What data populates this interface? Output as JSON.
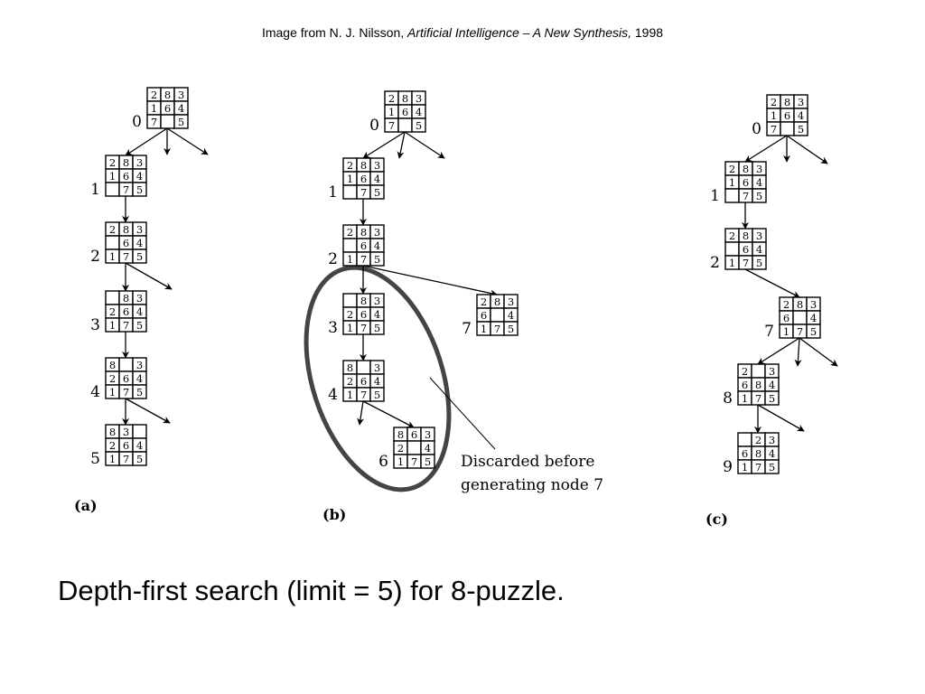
{
  "credit": {
    "prefix": "Image from N. J. Nilsson, ",
    "book": "Artificial Intelligence – A New Synthesis,",
    "year": " 1998"
  },
  "caption": "Depth-first search (limit = 5) for 8-puzzle.",
  "panels": [
    {
      "label": "(a)",
      "nodes": [
        {
          "id": "0",
          "tiles": [
            [
              "2",
              "8",
              "3"
            ],
            [
              "1",
              "6",
              "4"
            ],
            [
              "7",
              "",
              "5"
            ]
          ]
        },
        {
          "id": "1",
          "tiles": [
            [
              "2",
              "8",
              "3"
            ],
            [
              "1",
              "6",
              "4"
            ],
            [
              "",
              "7",
              "5"
            ]
          ]
        },
        {
          "id": "2",
          "tiles": [
            [
              "2",
              "8",
              "3"
            ],
            [
              "",
              "6",
              "4"
            ],
            [
              "1",
              "7",
              "5"
            ]
          ]
        },
        {
          "id": "3",
          "tiles": [
            [
              "",
              "8",
              "3"
            ],
            [
              "2",
              "6",
              "4"
            ],
            [
              "1",
              "7",
              "5"
            ]
          ]
        },
        {
          "id": "4",
          "tiles": [
            [
              "8",
              "",
              "3"
            ],
            [
              "2",
              "6",
              "4"
            ],
            [
              "1",
              "7",
              "5"
            ]
          ]
        },
        {
          "id": "5",
          "tiles": [
            [
              "8",
              "3",
              ""
            ],
            [
              "2",
              "6",
              "4"
            ],
            [
              "1",
              "7",
              "5"
            ]
          ]
        }
      ]
    },
    {
      "label": "(b)",
      "nodes": [
        {
          "id": "0",
          "tiles": [
            [
              "2",
              "8",
              "3"
            ],
            [
              "1",
              "6",
              "4"
            ],
            [
              "7",
              "",
              "5"
            ]
          ]
        },
        {
          "id": "1",
          "tiles": [
            [
              "2",
              "8",
              "3"
            ],
            [
              "1",
              "6",
              "4"
            ],
            [
              "",
              "7",
              "5"
            ]
          ]
        },
        {
          "id": "2",
          "tiles": [
            [
              "2",
              "8",
              "3"
            ],
            [
              "",
              "6",
              "4"
            ],
            [
              "1",
              "7",
              "5"
            ]
          ]
        },
        {
          "id": "3",
          "tiles": [
            [
              "",
              "8",
              "3"
            ],
            [
              "2",
              "6",
              "4"
            ],
            [
              "1",
              "7",
              "5"
            ]
          ]
        },
        {
          "id": "4",
          "tiles": [
            [
              "8",
              "",
              "3"
            ],
            [
              "2",
              "6",
              "4"
            ],
            [
              "1",
              "7",
              "5"
            ]
          ]
        },
        {
          "id": "6",
          "tiles": [
            [
              "8",
              "6",
              "3"
            ],
            [
              "2",
              "",
              "4"
            ],
            [
              "1",
              "7",
              "5"
            ]
          ]
        },
        {
          "id": "7",
          "tiles": [
            [
              "2",
              "8",
              "3"
            ],
            [
              "6",
              "",
              "4"
            ],
            [
              "1",
              "7",
              "5"
            ]
          ]
        }
      ],
      "note": [
        "Discarded before",
        "generating node 7"
      ]
    },
    {
      "label": "(c)",
      "nodes": [
        {
          "id": "0",
          "tiles": [
            [
              "2",
              "8",
              "3"
            ],
            [
              "1",
              "6",
              "4"
            ],
            [
              "7",
              "",
              "5"
            ]
          ]
        },
        {
          "id": "1",
          "tiles": [
            [
              "2",
              "8",
              "3"
            ],
            [
              "1",
              "6",
              "4"
            ],
            [
              "",
              "7",
              "5"
            ]
          ]
        },
        {
          "id": "2",
          "tiles": [
            [
              "2",
              "8",
              "3"
            ],
            [
              "",
              "6",
              "4"
            ],
            [
              "1",
              "7",
              "5"
            ]
          ]
        },
        {
          "id": "7",
          "tiles": [
            [
              "2",
              "8",
              "3"
            ],
            [
              "6",
              "",
              "4"
            ],
            [
              "1",
              "7",
              "5"
            ]
          ]
        },
        {
          "id": "8",
          "tiles": [
            [
              "2",
              "",
              "3"
            ],
            [
              "6",
              "8",
              "4"
            ],
            [
              "1",
              "7",
              "5"
            ]
          ]
        },
        {
          "id": "9",
          "tiles": [
            [
              "",
              "2",
              "3"
            ],
            [
              "6",
              "8",
              "4"
            ],
            [
              "1",
              "7",
              "5"
            ]
          ]
        }
      ]
    }
  ]
}
